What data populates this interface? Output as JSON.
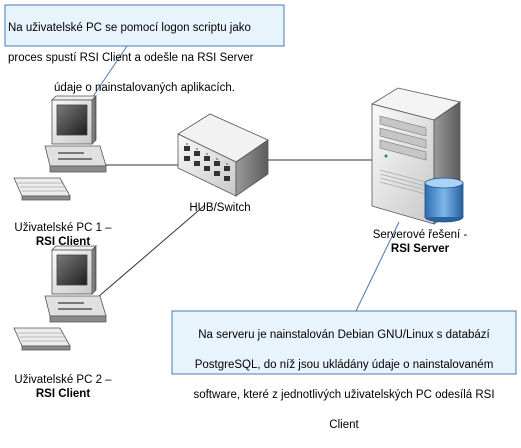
{
  "callouts": {
    "top": {
      "line1": "Na uživatelské PC se pomocí logon scriptu jako",
      "line2": "proces spustí RSI Client a odešle na RSI Server",
      "line3": "údaje o nainstalovaných aplikacích."
    },
    "bottom": {
      "line1": "Na serveru je nainstalován Debian GNU/Linux s databází",
      "line2": "PostgreSQL, do níž jsou ukládány údaje o nainstalovaném",
      "line3": "software, které z jednotlivých uživatelských PC odesílá RSI",
      "line4": "Client"
    }
  },
  "nodes": {
    "pc1": {
      "name": "Uživatelské PC 1 –",
      "role": "RSI Client"
    },
    "pc2": {
      "name": "Uživatelské PC 2 –",
      "role": "RSI Client"
    },
    "hub": {
      "name": "HUB/Switch"
    },
    "server": {
      "name": "Serverové řešení -",
      "role": "RSI Server"
    }
  },
  "colors": {
    "callout_fill": "#e8f4fb",
    "callout_border": "#4a7ab5",
    "device_light": "#e6e6e6",
    "device_mid": "#bdbdbd",
    "device_dark": "#5a5a5a",
    "database": "#4a90d0"
  }
}
